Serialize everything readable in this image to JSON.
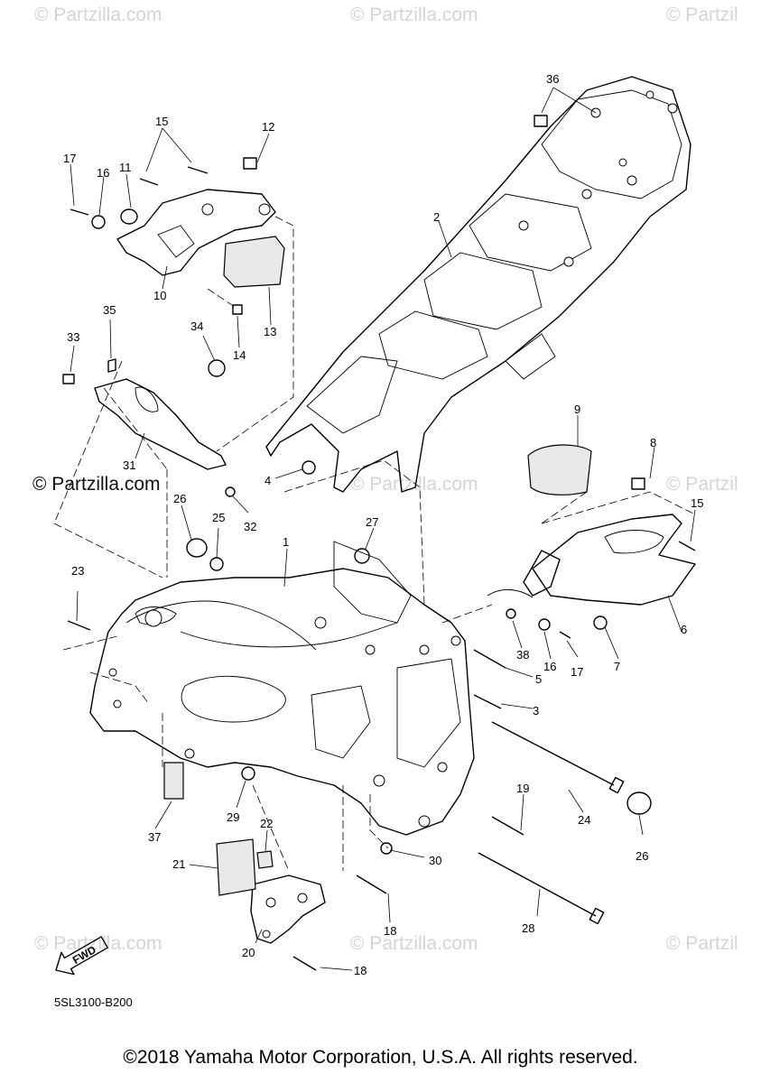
{
  "watermarks": {
    "top_left": "© Partzilla.com",
    "top_center": "© Partzilla.com",
    "top_right": "© Partzil",
    "mid_left": "© Partzilla.com",
    "mid_center": "© Partzilla.com",
    "mid_right": "© Partzil",
    "bottom_left": "© Partzilla.com",
    "bottom_center": "© Partzilla.com",
    "bottom_right": "© Partzil"
  },
  "diagram": {
    "code": "5SL3100-B200",
    "fwd_label": "FWD",
    "callouts": [
      {
        "id": "c1",
        "text": "1"
      },
      {
        "id": "c2",
        "text": "2"
      },
      {
        "id": "c3",
        "text": "3"
      },
      {
        "id": "c4",
        "text": "4"
      },
      {
        "id": "c5",
        "text": "5"
      },
      {
        "id": "c6",
        "text": "6"
      },
      {
        "id": "c7",
        "text": "7"
      },
      {
        "id": "c8",
        "text": "8"
      },
      {
        "id": "c9",
        "text": "9"
      },
      {
        "id": "c10",
        "text": "10"
      },
      {
        "id": "c11",
        "text": "11"
      },
      {
        "id": "c12",
        "text": "12"
      },
      {
        "id": "c13",
        "text": "13"
      },
      {
        "id": "c14",
        "text": "14"
      },
      {
        "id": "c15a",
        "text": "15"
      },
      {
        "id": "c15b",
        "text": "15"
      },
      {
        "id": "c16a",
        "text": "16"
      },
      {
        "id": "c16b",
        "text": "16"
      },
      {
        "id": "c17a",
        "text": "17"
      },
      {
        "id": "c17b",
        "text": "17"
      },
      {
        "id": "c18a",
        "text": "18"
      },
      {
        "id": "c18b",
        "text": "18"
      },
      {
        "id": "c19",
        "text": "19"
      },
      {
        "id": "c20",
        "text": "20"
      },
      {
        "id": "c21",
        "text": "21"
      },
      {
        "id": "c22",
        "text": "22"
      },
      {
        "id": "c23",
        "text": "23"
      },
      {
        "id": "c24",
        "text": "24"
      },
      {
        "id": "c25",
        "text": "25"
      },
      {
        "id": "c26a",
        "text": "26"
      },
      {
        "id": "c26b",
        "text": "26"
      },
      {
        "id": "c27",
        "text": "27"
      },
      {
        "id": "c28",
        "text": "28"
      },
      {
        "id": "c29",
        "text": "29"
      },
      {
        "id": "c30",
        "text": "30"
      },
      {
        "id": "c31",
        "text": "31"
      },
      {
        "id": "c32",
        "text": "32"
      },
      {
        "id": "c33",
        "text": "33"
      },
      {
        "id": "c34",
        "text": "34"
      },
      {
        "id": "c35",
        "text": "35"
      },
      {
        "id": "c36",
        "text": "36"
      },
      {
        "id": "c37",
        "text": "37"
      },
      {
        "id": "c38",
        "text": "38"
      }
    ]
  },
  "footer": {
    "copyright": "©2018 Yamaha Motor Corporation, U.S.A. All rights reserved."
  }
}
